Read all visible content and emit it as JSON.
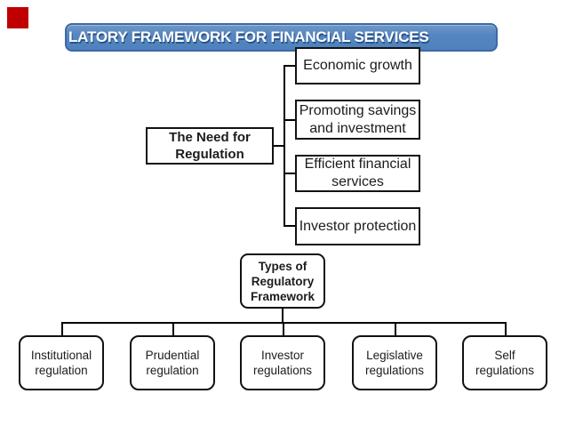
{
  "slide": {
    "title_text": "LATORY FRAMEWORK FOR FINANCIAL SERVICES",
    "colors": {
      "banner_bg": "#4f81bd",
      "banner_border": "#3c69a7",
      "marker_red": "#c00000",
      "connector": "#000000"
    }
  },
  "need_diagram": {
    "root": {
      "line1": "The Need for",
      "line2": "Regulation"
    },
    "leaves": [
      {
        "line1": "Economic growth",
        "line2": ""
      },
      {
        "line1": "Promoting savings",
        "line2": "and investment"
      },
      {
        "line1": "Efficient financial",
        "line2": "services"
      },
      {
        "line1": "Investor protection",
        "line2": ""
      }
    ]
  },
  "types_diagram": {
    "root": {
      "line1": "Types of",
      "line2": "Regulatory",
      "line3": "Framework"
    },
    "leaves": [
      {
        "line1": "Institutional",
        "line2": "regulation"
      },
      {
        "line1": "Prudential",
        "line2": "regulation"
      },
      {
        "line1": "Investor",
        "line2": "regulations"
      },
      {
        "line1": "Legislative",
        "line2": "regulations"
      },
      {
        "line1": "Self",
        "line2": "regulations"
      }
    ]
  }
}
